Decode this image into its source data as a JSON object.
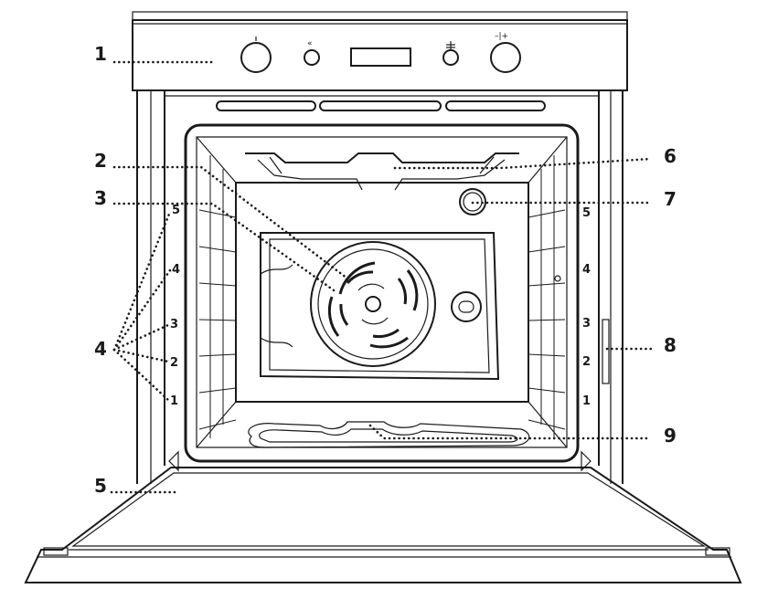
{
  "callouts": {
    "c1": "1",
    "c2": "2",
    "c3": "3",
    "c4": "4",
    "c5": "5",
    "c6": "6",
    "c7": "7",
    "c8": "8",
    "c9": "9"
  },
  "left_levels": [
    "5",
    "4",
    "3",
    "2",
    "1"
  ],
  "right_levels": [
    "5",
    "4",
    "3",
    "2",
    "1"
  ],
  "panel": {
    "symbol_left": "«",
    "symbol_right_knob": "–|+"
  }
}
